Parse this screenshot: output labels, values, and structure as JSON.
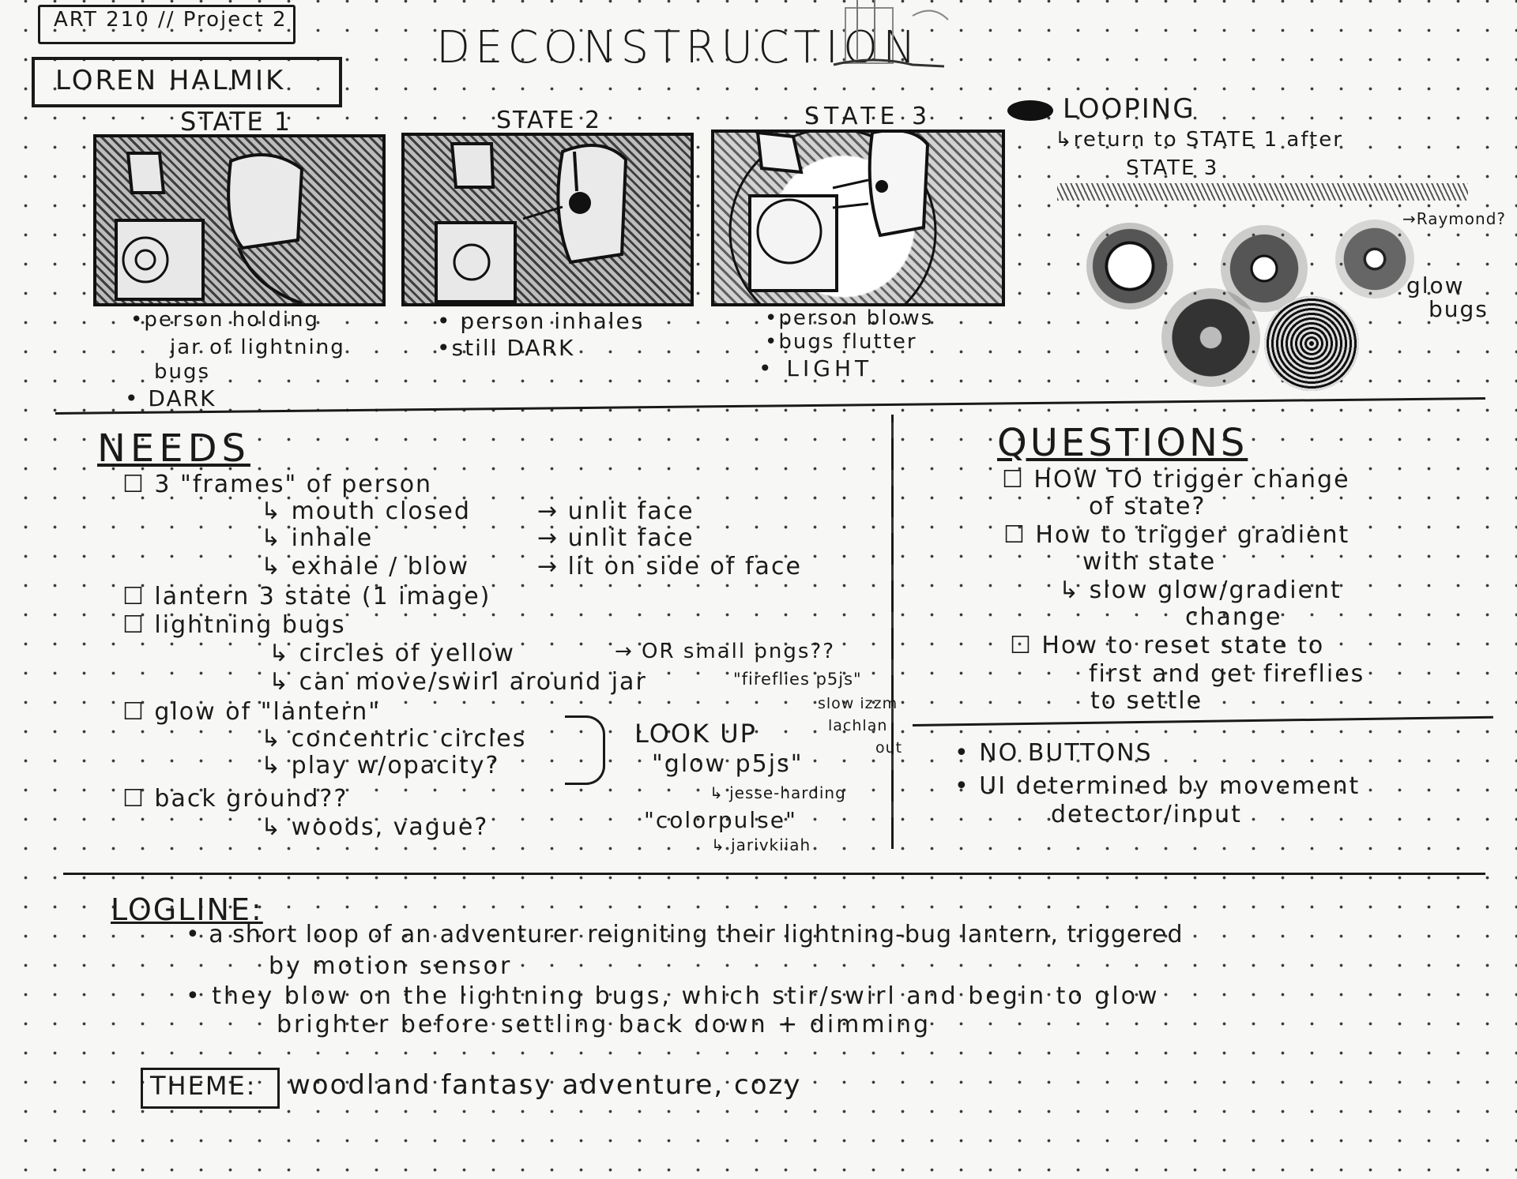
{
  "header": {
    "course": "ART 210 // Project 2",
    "name": "LOREN HALMIK",
    "title": "DECONSTRUCTION"
  },
  "states": [
    {
      "label": "STATE 1",
      "notes": [
        "•person holding",
        "jar of lightning",
        "bugs",
        "• DARK"
      ]
    },
    {
      "label": "STATE 2",
      "notes": [
        "• person inhales",
        "•still DARK"
      ]
    },
    {
      "label": "STATE 3",
      "notes": [
        "•person blows",
        "•bugs flutter",
        "• LIGHT"
      ]
    }
  ],
  "looping": {
    "title": "LOOPING",
    "line1": "↳return to STATE 1 after",
    "line2": "STATE 3",
    "bugs_label_1": "glow",
    "bugs_label_2": "bugs",
    "ray_label": "→Raymond?"
  },
  "needs": {
    "heading": "NEEDS",
    "lines": [
      "☐ 3 \"frames\" of person",
      "↳ mouth closed",
      "↳ inhale",
      "↳ exhale / blow",
      "→ unlit face",
      "→ unlit face",
      "→ lit on side of face",
      "☐ lantern 3 state (1 image)",
      "☐ lightning bugs",
      "↳ circles of yellow",
      "↳ can move/swirl around jar",
      "→ OR small pngs??",
      "\"fireflies p5js\"",
      "slow izzm",
      "lachlan",
      "out",
      "☐ glow of \"lantern\"",
      "↳ concentric circles",
      "↳ play w/opacity?",
      "LOOK UP",
      "\"glow p5js\"",
      "↳ jesse-harding",
      "\"colorpulse\"",
      "↳ jarivkiiah",
      "☐ back ground??",
      "↳ woods, vague?"
    ]
  },
  "questions": {
    "heading": "QUESTIONS",
    "lines": [
      "☐ HOW TO trigger change",
      "of state?",
      "☐ How to trigger gradient",
      "with state",
      "↳ slow glow/gradient",
      "change",
      "☐ How to reset state to",
      "first and get fireflies",
      "to settle"
    ],
    "ui_notes": [
      "• NO BUTTONS",
      "• UI determined by movement",
      "detector/input"
    ]
  },
  "logline": {
    "heading": "LOGLINE:",
    "lines": [
      "• a short loop of an adventurer reigniting their lightning-bug lantern, triggered",
      "by motion sensor",
      "• they blow on the lightning bugs, which stir/swirl and begin to glow",
      "brighter before settling back down + dimming"
    ],
    "theme_label": "THEME:",
    "theme_value": "woodland fantasy adventure, cozy"
  }
}
